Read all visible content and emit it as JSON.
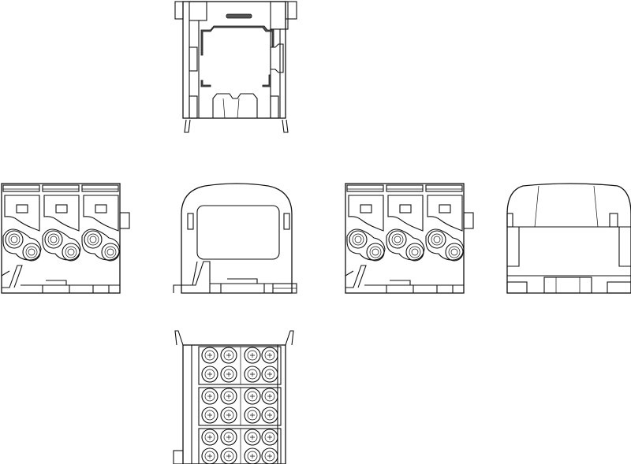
{
  "drawing": {
    "line_color": "#111111",
    "background": "#ffffff",
    "views": [
      {
        "id": "top-view"
      },
      {
        "id": "front-view"
      },
      {
        "id": "left-side-view"
      },
      {
        "id": "rear-view"
      },
      {
        "id": "right-side-view"
      },
      {
        "id": "bottom-view"
      }
    ],
    "front_view_terminals": 3,
    "bottom_view_rows": 3,
    "bottom_view_contacts_per_row": 8
  }
}
